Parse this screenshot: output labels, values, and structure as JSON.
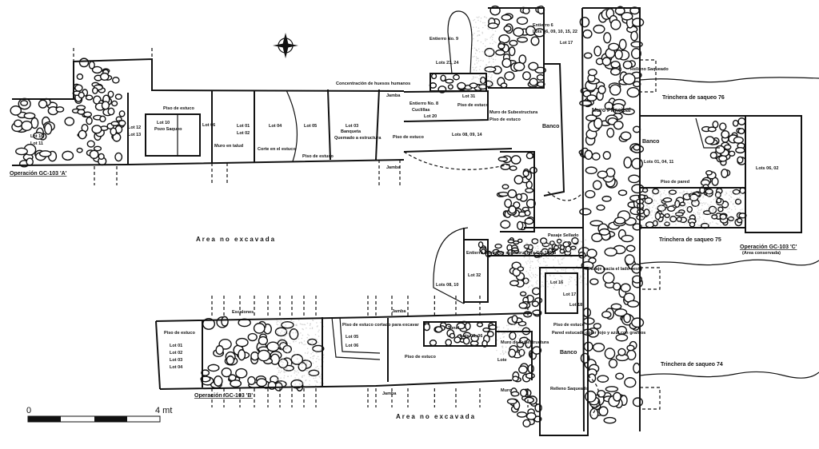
{
  "drawing": {
    "operations": {
      "a": "Operación GC-103 'A'",
      "b": "Operación 'GC-103 'B'",
      "c": "Operación GC-103 'C'",
      "c_note": "(Area conservada)"
    },
    "areas": {
      "unexcavated_1": "Area no excavada",
      "unexcavated_2": "Area no excavada"
    },
    "trenches": {
      "t76": "Trinchera de saqueo 76",
      "t75": "Trinchera de saqueo 75",
      "t74": "Trinchera de saqueo 74"
    },
    "labels_a": {
      "lot16": "Lot 16",
      "lot11": "Lot 11",
      "lot12": "Lot 12",
      "lot13": "Lot 13",
      "piso": "Piso de estuco",
      "lot10": "Lot 10",
      "pozo": "Pozo Saqueo",
      "lot01": "Lot 01",
      "lot02": "Lot 02",
      "lot06": "Lot 06",
      "lot04": "Lot 04",
      "lot05": "Lot 05",
      "lot03": "Lot 03",
      "muro_talud": "Muro en talud",
      "corte": "Corte en el estuco",
      "piso2": "Piso de estuco",
      "banquete": "Banqueta",
      "quemado": "Quemado a estructura",
      "jamba1": "Jamba",
      "jamba2": "Jamba"
    },
    "labels_center": {
      "entierro9": "Entierro No. 9",
      "lots2324": "Lots 23, 24",
      "concentracion": "Concentración de huesos humanos",
      "entierro8": "Entierro No. 8",
      "cuclillas": "Cuclillas",
      "lot20": "Lot 20",
      "lot31": "Lot 31",
      "piso3": "Piso de estuco",
      "muro_sub": "Muro de Subestructura",
      "piso4": "Piso de estuco",
      "lots080914": "Lots 08, 09, 14",
      "piso5": "Piso de estuco",
      "entierro6": "Entierro 6",
      "lots_e6": "Lots 06, 09, 10, 15, 22",
      "lot17a": "Lot 17",
      "relleno": "Relleno Saqueado",
      "banco1": "Banco",
      "muro_principal": "Muro Principal",
      "banco2": "Banco",
      "lots010411": "Lots 01, 04, 11",
      "lots0602": "Lots 06, 02",
      "piso_pared": "Piso de pared",
      "pasaje": "Pasaje Sellado",
      "lots0810": "Lots 08, 10",
      "entierro_b": "Entierro dentro de subestructura GC-103 B",
      "lot32": "Lot 32",
      "lot16b": "Lot 16",
      "lot17b": "Lot 17",
      "lot18": "Lot 18",
      "piso6": "Piso de estuco",
      "pared": "Pared estucada color rojo y azul con grafitos",
      "banco3": "Banco",
      "muro_sub2": "Muro de Subestructura",
      "tunel": "Tunel",
      "lots_tunel": "Lots 05, 06",
      "relleno2": "Relleno Saqueado",
      "pasaje2": "Pasaje hacia el lado oeste"
    },
    "labels_b": {
      "piso": "Piso de estuco",
      "lot01": "Lot 01",
      "lot02": "Lot 02",
      "lot03": "Lot 03",
      "lot04": "Lot 04",
      "escalones": "Escalones",
      "piso_cortado": "Piso de estuco cortado para excavar",
      "lot05": "Lot 05",
      "lot06": "Lot 06",
      "piso2": "Piso de estuco",
      "jamba": "Jamba",
      "jamba2": "Jamba",
      "lote": "Lote",
      "muro": "Muro"
    },
    "scale": {
      "start": "0",
      "end": "4 mt"
    },
    "north_arrow": "north-arrow"
  }
}
